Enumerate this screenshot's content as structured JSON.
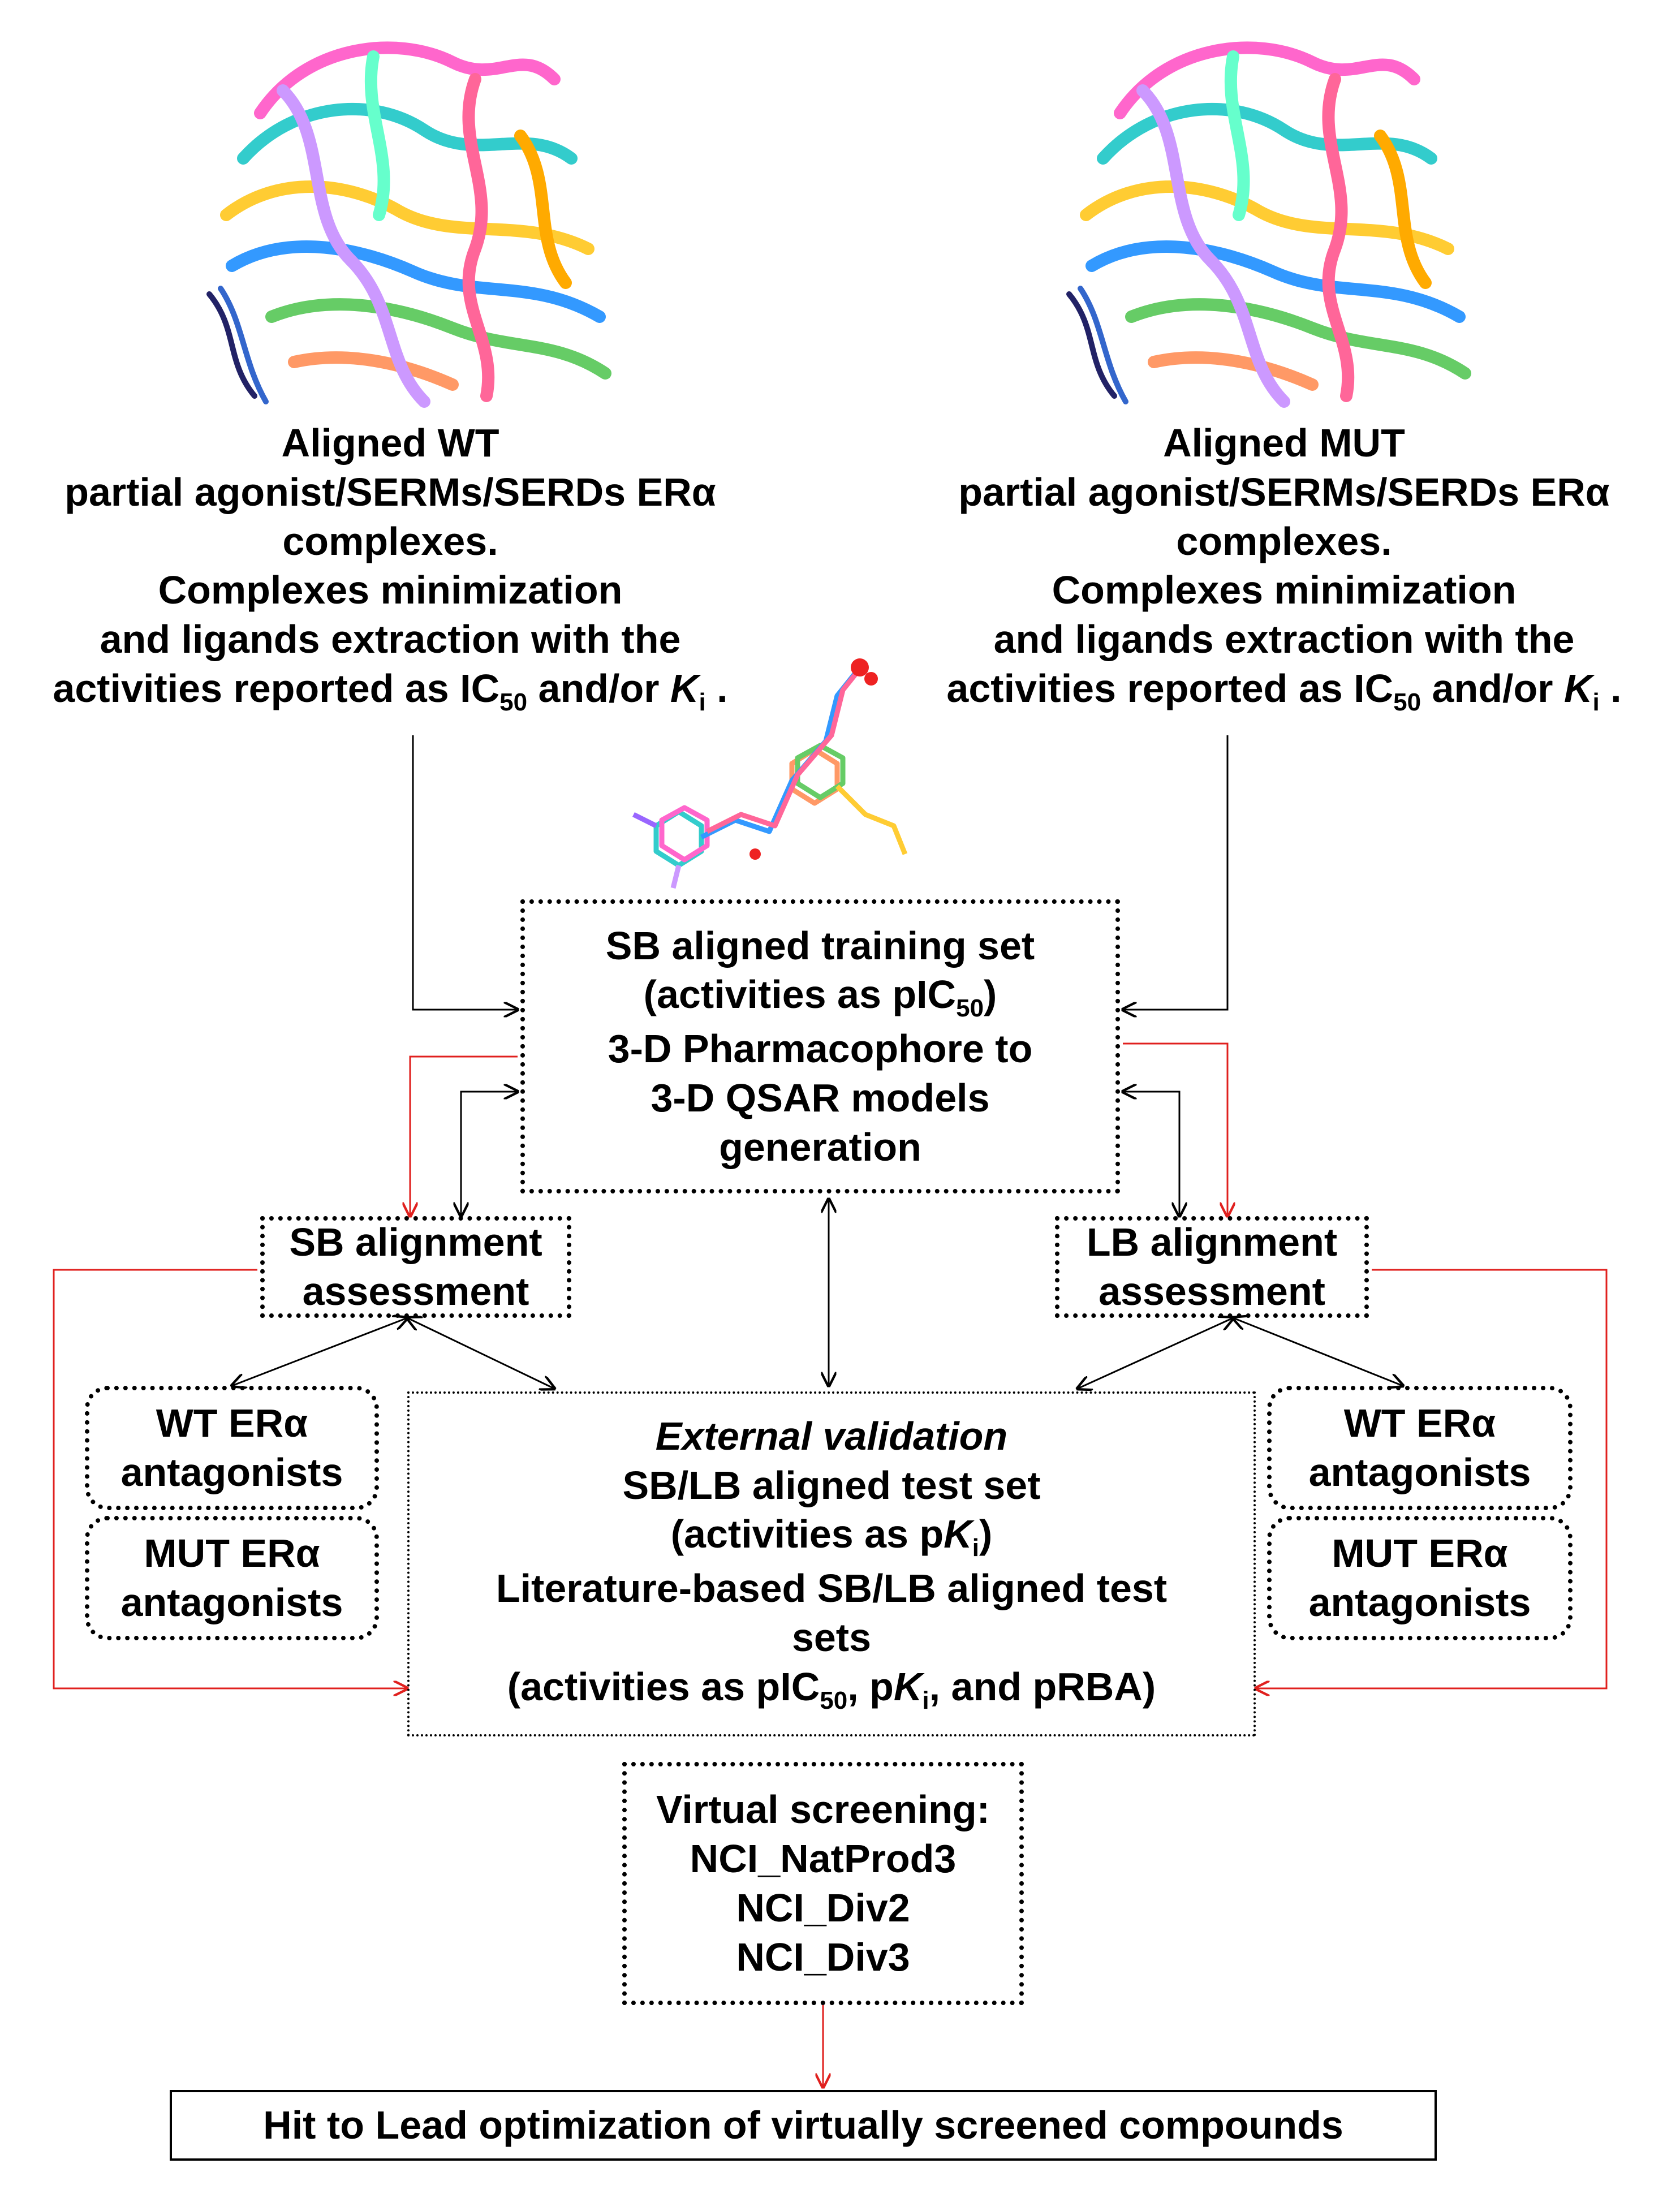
{
  "wt_block": {
    "lines": [
      "Aligned WT",
      "partial agonist/SERMs/SERDs ERα",
      "complexes.",
      "Complexes minimization",
      "and ligands extraction with the"
    ],
    "activity_prefix": "activities reported as IC",
    "activity_sub": "50",
    "activity_mid": " and/or ",
    "activity_k": "K",
    "activity_k_sub": "i",
    "activity_end": " ."
  },
  "mut_block": {
    "lines": [
      "Aligned MUT",
      "partial agonist/SERMs/SERDs ERα",
      "complexes.",
      "Complexes minimization",
      "and ligands extraction with the"
    ],
    "activity_prefix": "activities reported as IC",
    "activity_sub": "50",
    "activity_mid": " and/or ",
    "activity_k": "K",
    "activity_k_sub": "i",
    "activity_end": " ."
  },
  "training_box": {
    "line1": "SB aligned training set",
    "line2_prefix": "(activities as pIC",
    "line2_sub": "50",
    "line2_end": ")",
    "line3": "3-D Pharmacophore to",
    "line4": "3-D QSAR models",
    "line5": "generation"
  },
  "sb_assessment": {
    "line1": "SB alignment",
    "line2": "assessment"
  },
  "lb_assessment": {
    "line1": "LB alignment",
    "line2": "assessment"
  },
  "wt_antagonists_left": {
    "line1": "WT ERα",
    "line2": "antagonists"
  },
  "mut_antagonists_left": {
    "line1": "MUT ERα",
    "line2": "antagonists"
  },
  "wt_antagonists_right": {
    "line1": "WT ERα",
    "line2": "antagonists"
  },
  "mut_antagonists_right": {
    "line1": "MUT ERα",
    "line2": "antagonists"
  },
  "external_validation": {
    "title": "External validation",
    "line2": "SB/LB aligned test set",
    "line3_prefix": "(activities as p",
    "line3_k": "K",
    "line3_sub": "i",
    "line3_end": ")",
    "line4": "Literature-based SB/LB aligned test",
    "line5": "sets",
    "line6_prefix": "(activities as pIC",
    "line6_sub": "50",
    "line6_mid": ", p",
    "line6_k": "K",
    "line6_ksub": "i",
    "line6_end": ", and pRBA)"
  },
  "virtual_screening": {
    "title": "Virtual screening:",
    "items": [
      "NCI_NatProd3",
      "NCI_Div2",
      "NCI_Div3"
    ]
  },
  "hit_to_lead": "Hit to Lead optimization of virtually screened compounds",
  "colors": {
    "black": "#000000",
    "red": "#e0201e"
  }
}
